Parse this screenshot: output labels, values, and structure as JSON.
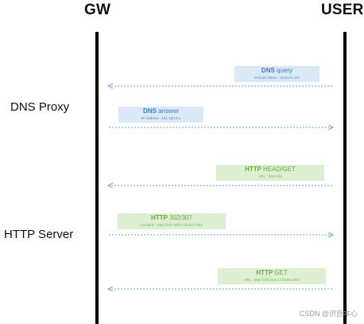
{
  "lanes": {
    "left": "GW",
    "right": "USER"
  },
  "sections": {
    "dns": "DNS Proxy",
    "http": "HTTP Server"
  },
  "messages": [
    {
      "id": "dns-query",
      "protocol": "DNS",
      "title": "query",
      "detail": "Domain Name : test123.com",
      "direction": "to-gw",
      "kind": "dns"
    },
    {
      "id": "dns-answer",
      "protocol": "DNS",
      "title": "answer",
      "detail": "IP Address : 192.168.0.1",
      "direction": "to-user",
      "kind": "dns"
    },
    {
      "id": "http-head",
      "protocol": "HTTP",
      "title": "HEAD/GET",
      "detail": "URL : /Icon.dat",
      "direction": "to-gw",
      "kind": "http"
    },
    {
      "id": "http-redirect",
      "protocol": "HTTP",
      "title": "302/307",
      "detail": "Location : http://192.168.0.1/index.html",
      "direction": "to-user",
      "kind": "http"
    },
    {
      "id": "http-get",
      "protocol": "HTTP",
      "title": "GET",
      "detail": "URL : http://192.168.0.1/index.html",
      "direction": "to-gw",
      "kind": "http"
    }
  ],
  "watermark": "CSDN @识自本心",
  "colors": {
    "dns_text": "#3d7cc9",
    "dns_fill": "#dbe8f6",
    "http_text": "#6daa3f",
    "http_fill": "#dcefd2",
    "arrow": "#6c9fd9"
  }
}
